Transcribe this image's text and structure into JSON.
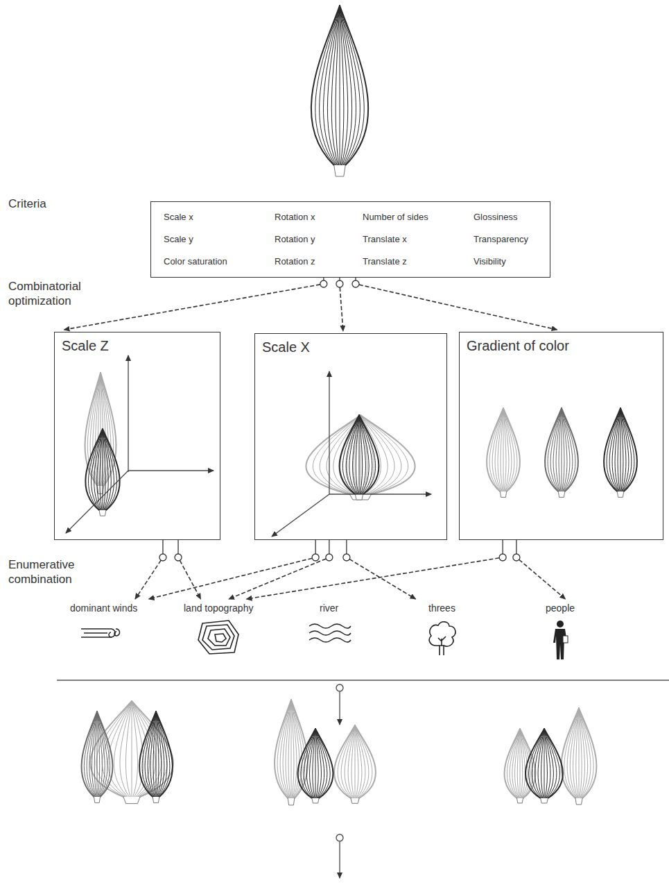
{
  "diagram": {
    "nodes": [
      {
        "text": [
          "Scale x",
          "Rotation x",
          "Number of sides",
          "Glossiness",
          "Scale y",
          "Rotation y",
          "Translate x",
          "Transparency",
          "Color saturation",
          "Rotation z",
          "Translate z",
          "Visibility"
        ]
      },
      {
        "text": [
          "Scale Z"
        ]
      },
      {
        "text": [
          "Scale X"
        ]
      },
      {
        "text": [
          "Gradient of color"
        ]
      },
      {
        "text": [
          "dominant winds"
        ]
      },
      {
        "text": [
          "land topography"
        ]
      },
      {
        "text": [
          "river"
        ]
      },
      {
        "text": [
          "threes"
        ]
      },
      {
        "text": [
          "people"
        ]
      }
    ],
    "edges": [
      {
        "from": 0,
        "to": 1,
        "arrow": "to"
      },
      {
        "from": 0,
        "to": 2,
        "arrow": "to"
      },
      {
        "from": 0,
        "to": 3,
        "arrow": "to"
      },
      {
        "from": 1,
        "to": 4,
        "arrow": "to"
      },
      {
        "from": 1,
        "to": 5,
        "arrow": "to"
      },
      {
        "from": 2,
        "to": 4,
        "arrow": "to"
      },
      {
        "from": 2,
        "to": 5,
        "arrow": "to"
      },
      {
        "from": 2,
        "to": 7,
        "arrow": "to"
      },
      {
        "from": 3,
        "to": 5,
        "arrow": "to"
      },
      {
        "from": 3,
        "to": 8,
        "arrow": "to"
      }
    ],
    "labels": [
      "Criteria",
      "Combinatorial optimization",
      "Enumerative combination"
    ]
  }
}
